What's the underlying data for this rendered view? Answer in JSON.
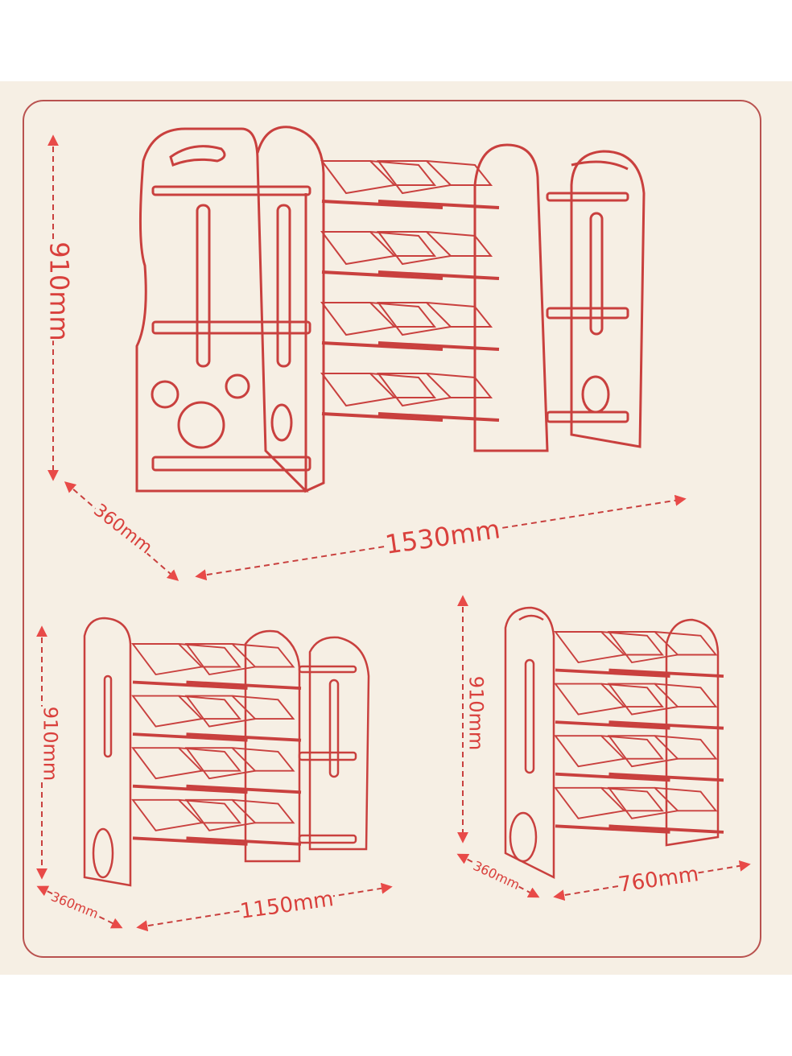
{
  "colors": {
    "background": "#f6efe4",
    "line": "#c9403e",
    "arrow": "#e84a48"
  },
  "large_unit": {
    "height": "910mm",
    "depth": "360mm",
    "width": "1530mm"
  },
  "medium_unit": {
    "height": "910mm",
    "depth": "360mm",
    "width": "1150mm"
  },
  "small_unit": {
    "height": "910mm",
    "depth": "360mm",
    "width": "760mm"
  }
}
